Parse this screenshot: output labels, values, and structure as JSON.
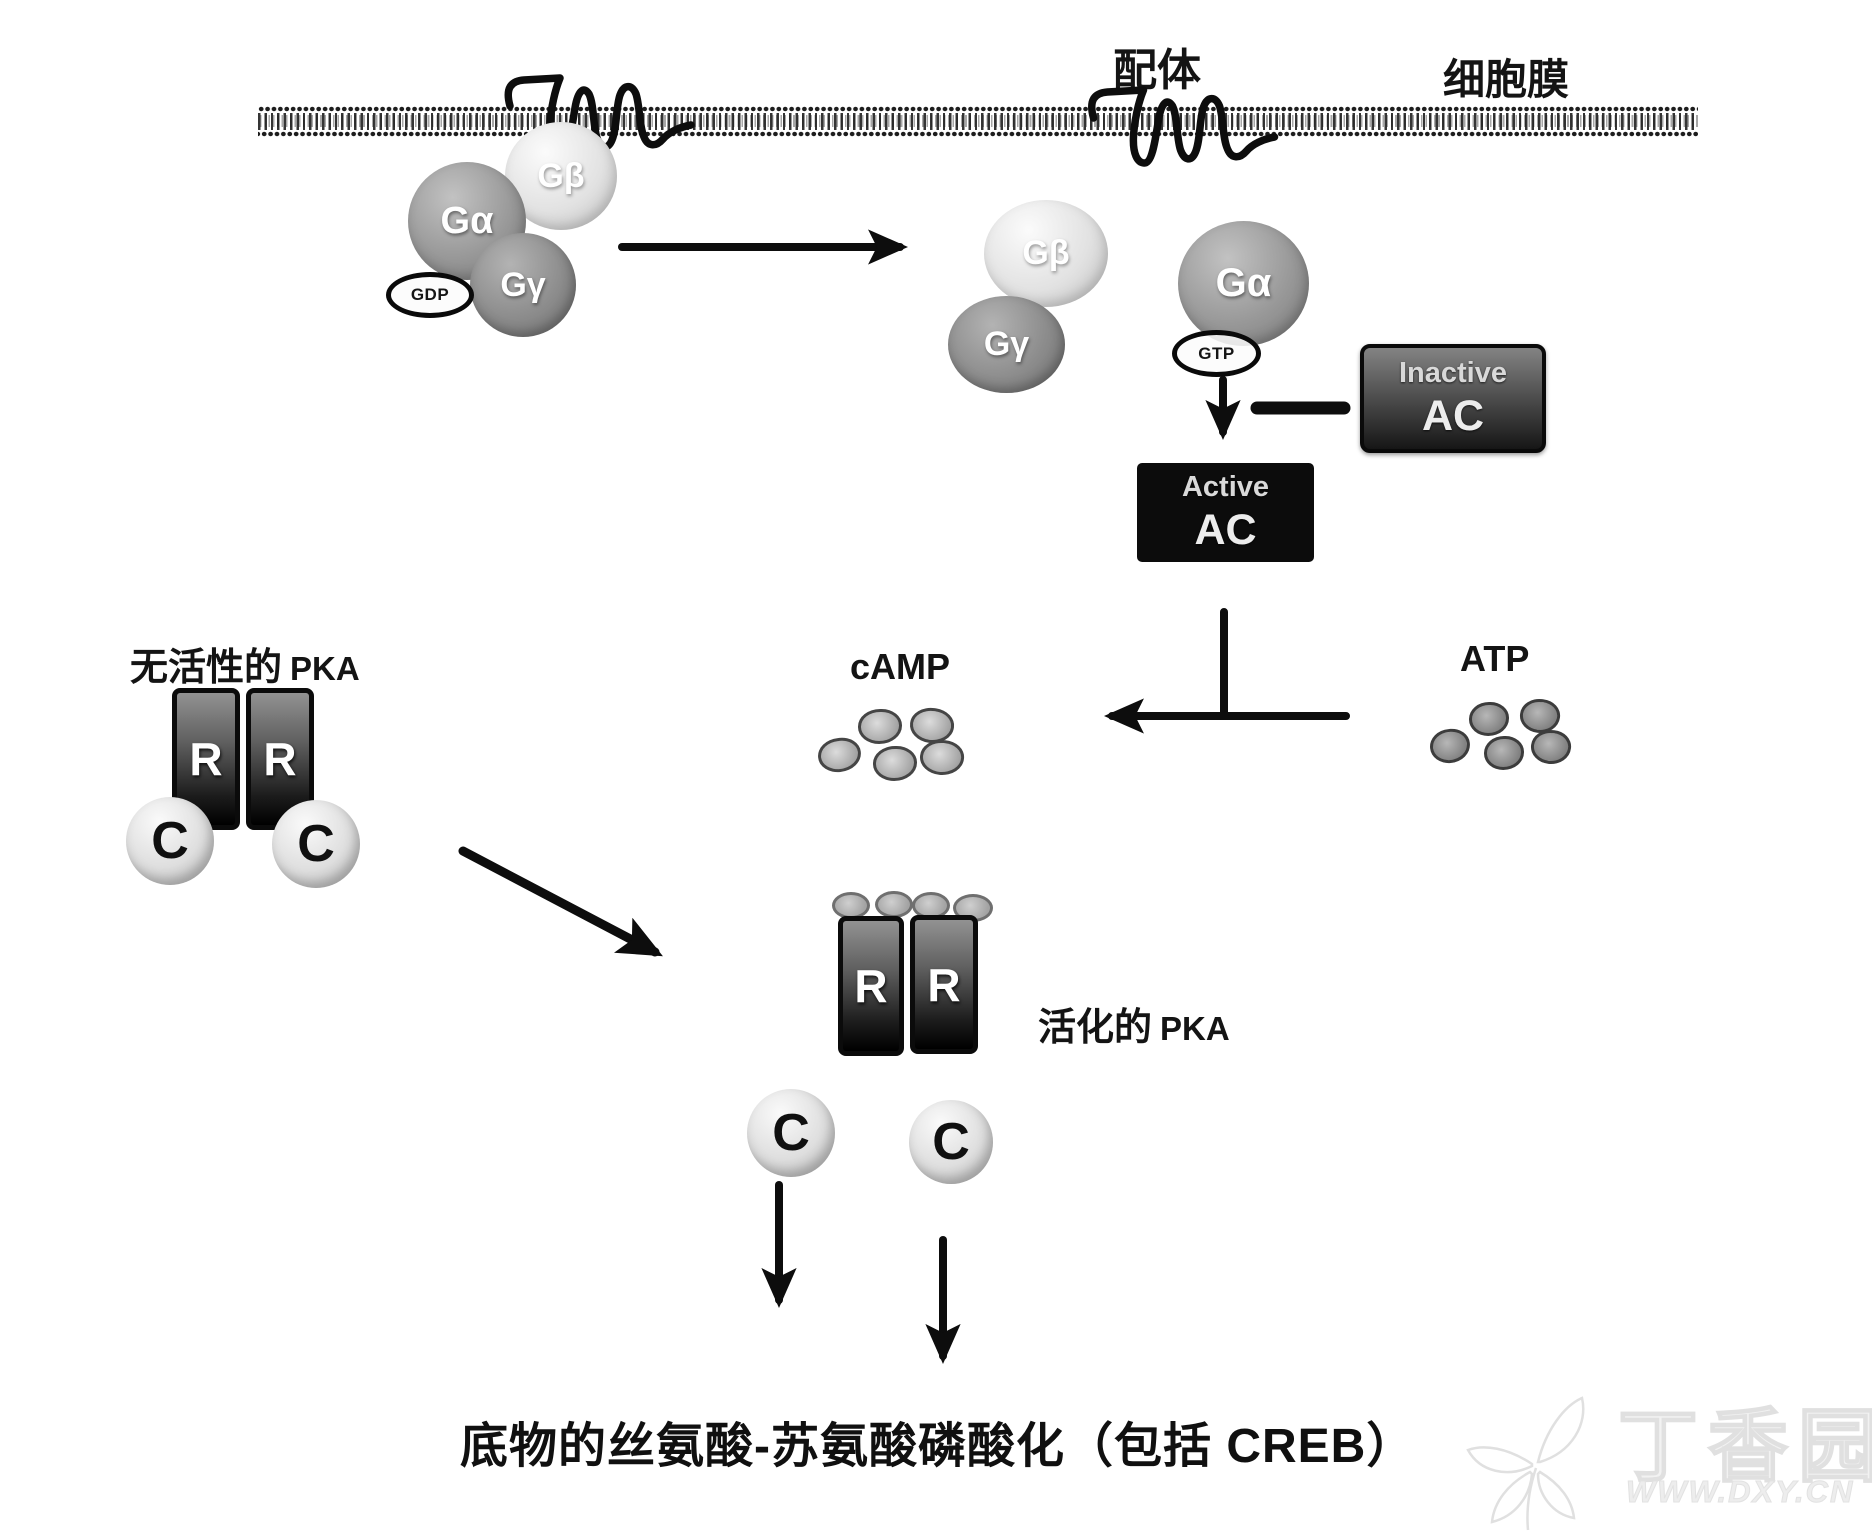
{
  "labels": {
    "ligand": "配体",
    "cell_membrane": "细胞膜",
    "camp": "cAMP",
    "atp": "ATP",
    "inactive_pka_cn": "无活性的",
    "active_pka_cn": "活化的",
    "pka": "PKA",
    "substrate_phosphorylation": "底物的丝氨酸-苏氨酸磷酸化（包括 CREB）"
  },
  "molecules": {
    "g_alpha": "Gα",
    "g_beta": "Gβ",
    "g_gamma": "Gγ",
    "gdp": "GDP",
    "gtp": "GTP",
    "r_subunit": "R",
    "c_subunit": "C"
  },
  "ac_boxes": {
    "inactive": {
      "state": "Inactive",
      "name": "AC"
    },
    "active": {
      "state": "Active",
      "name": "AC"
    }
  },
  "watermark": {
    "brand": "丁香园",
    "site": "WWW.DXY.CN"
  },
  "colors": {
    "ink": "#0d0d0d",
    "inactive_ac_top": "#838383",
    "inactive_ac_bottom": "#161616",
    "active_ac_bg": "#0c0c0c",
    "sphere_light": "#e2e2e2",
    "sphere_mid": "#989898",
    "sphere_dark": "#8c8c8c",
    "watermark_gray": "#e0e0e0"
  }
}
